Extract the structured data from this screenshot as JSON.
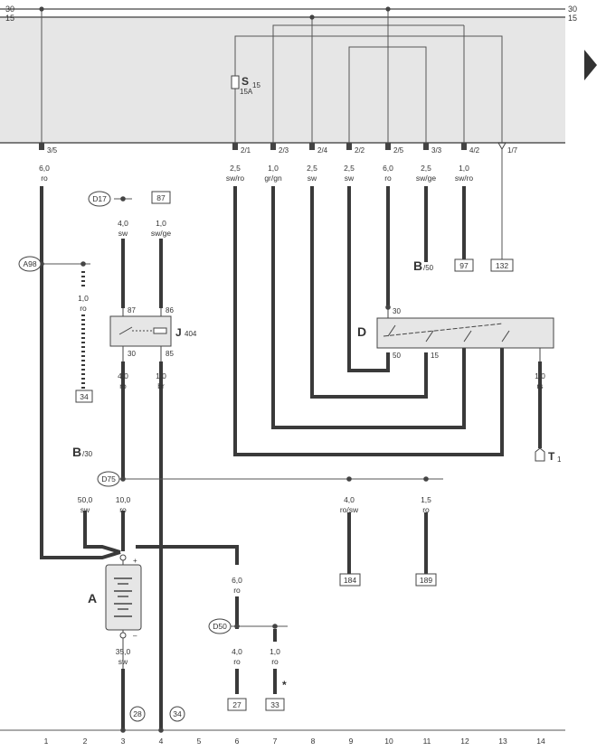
{
  "rails": {
    "left_30": "30",
    "left_15": "15",
    "right_30": "30",
    "right_15": "15"
  },
  "fusebox": {
    "fuse_label": "S",
    "fuse_sub": "15",
    "fuse_rating": "15A"
  },
  "terminals": {
    "t35": "3/5",
    "t21": "2/1",
    "t23": "2/3",
    "t24": "2/4",
    "t22": "2/2",
    "t25": "2/5",
    "t33": "3/3",
    "t42": "4/2",
    "t17": "1/7"
  },
  "wires": {
    "w1": {
      "size": "6,0",
      "color": "ro"
    },
    "w6top": {
      "size": "2,5",
      "color": "sw/ro"
    },
    "w7top": {
      "size": "1,0",
      "color": "gr/gn"
    },
    "w8top": {
      "size": "2,5",
      "color": "sw"
    },
    "w9top": {
      "size": "2,5",
      "color": "sw"
    },
    "w10top": {
      "size": "6,0",
      "color": "ro"
    },
    "w11top": {
      "size": "2,5",
      "color": "sw/ge"
    },
    "w12top": {
      "size": "1,0",
      "color": "sw/ro"
    },
    "w3top": {
      "size": "4,0",
      "color": "sw"
    },
    "w4top": {
      "size": "1,0",
      "color": "sw/ge"
    },
    "w2": {
      "size": "1,0",
      "color": "ro"
    },
    "w3mid": {
      "size": "4,0",
      "color": "ro"
    },
    "w4mid": {
      "size": "1,0",
      "color": "br"
    },
    "w14": {
      "size": "1,0",
      "color": "rs"
    },
    "w2b": {
      "size": "50,0",
      "color": "sw"
    },
    "w3b": {
      "size": "10,0",
      "color": "ro"
    },
    "w9b": {
      "size": "4,0",
      "color": "ro/sw"
    },
    "w11b": {
      "size": "1,5",
      "color": "ro"
    },
    "w6b": {
      "size": "6,0",
      "color": "ro"
    },
    "w6c": {
      "size": "4,0",
      "color": "ro"
    },
    "w7c": {
      "size": "1,0",
      "color": "ro"
    },
    "w3c": {
      "size": "35,0",
      "color": "sw"
    }
  },
  "components": {
    "relay": {
      "name": "J",
      "sub": "404",
      "pin87": "87",
      "pin86": "86",
      "pin30": "30",
      "pin85": "85"
    },
    "ign": {
      "name": "D",
      "pin30": "30",
      "pin50": "50",
      "pin15": "15"
    },
    "battery": {
      "name": "A",
      "plus": "+",
      "minus": "–"
    },
    "starter_b50": {
      "name": "B",
      "sub": "/50"
    },
    "starter_b30": {
      "name": "B",
      "sub": "/30"
    },
    "t1": {
      "name": "T",
      "sub": "1"
    }
  },
  "refs": {
    "d17": "D17",
    "a98": "A98",
    "d75": "D75",
    "d50": "D50",
    "r28": "28",
    "r34c": "34",
    "asterisk": "*"
  },
  "boxes": {
    "b87": "87",
    "b97": "97",
    "b132": "132",
    "b34": "34",
    "b184": "184",
    "b189": "189",
    "b27": "27",
    "b33": "33"
  },
  "positions": [
    "1",
    "2",
    "3",
    "4",
    "5",
    "6",
    "7",
    "8",
    "9",
    "10",
    "11",
    "12",
    "13",
    "14"
  ],
  "colors": {
    "fusebox_bg": "#e4e4e4",
    "wire": "#3a3a3a",
    "line": "#555555"
  }
}
